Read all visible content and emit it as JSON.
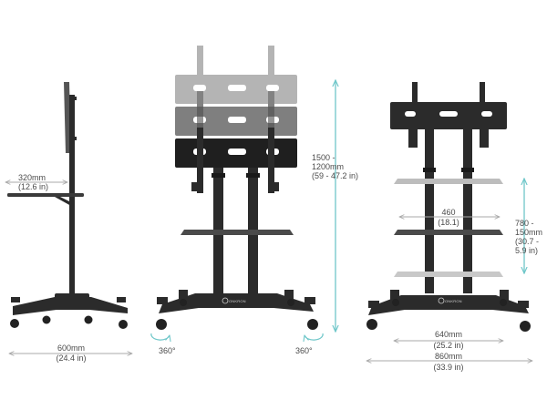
{
  "colors": {
    "frame": "#2b2b2b",
    "frame_ghost": "#9a9a9a",
    "dimension_line": "#a8a8a8",
    "height_arrow": "#6fc7c9",
    "text": "#4a4a4a"
  },
  "icons": [
    "rotate-arrow-icon",
    "brand-logo-icon"
  ],
  "side_view": {
    "shelf_depth": {
      "mm": "320mm",
      "in": "(12.6 in)"
    },
    "base_depth": {
      "mm": "600mm",
      "in": "(24.4 in)"
    }
  },
  "front_view": {
    "height_range": {
      "mm": "1500 -",
      "mm2": "1200mm",
      "in": "(59 - 47.2 in)"
    },
    "rotate_left": "360°",
    "rotate_right": "360°",
    "brand": "ONKRON"
  },
  "back_view": {
    "pole_spacing": {
      "mm": "460",
      "in": "(18.1)"
    },
    "shelf_height": {
      "mm": "780 -",
      "mm2": "150mm",
      "in": "(30.7 -",
      "in2": "5.9 in)"
    },
    "inner_width": {
      "mm": "640mm",
      "in": "(25.2 in)"
    },
    "overall_width": {
      "mm": "860mm",
      "in": "(33.9 in)"
    },
    "brand": "ONKRON"
  }
}
